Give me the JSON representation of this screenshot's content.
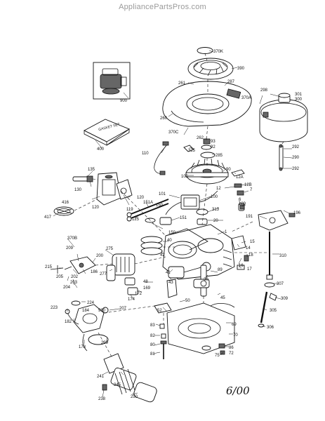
{
  "watermark": "AppliancePartsPros.com",
  "date_code": "6/00",
  "gasket_set_label": "GASKET SET",
  "callouts": [
    {
      "key": "370K",
      "label": "370K"
    },
    {
      "key": "390",
      "label": "390"
    },
    {
      "key": "261",
      "label": "261"
    },
    {
      "key": "287",
      "label": "287"
    },
    {
      "key": "370A",
      "label": "370A"
    },
    {
      "key": "298",
      "label": "298"
    },
    {
      "key": "301",
      "label": "301"
    },
    {
      "key": "300",
      "label": "300"
    },
    {
      "key": "900",
      "label": "900"
    },
    {
      "key": "260",
      "label": "260"
    },
    {
      "key": "370C",
      "label": "370C"
    },
    {
      "key": "262",
      "label": "262"
    },
    {
      "key": "93",
      "label": "93"
    },
    {
      "key": "92",
      "label": "92"
    },
    {
      "key": "325",
      "label": "325"
    },
    {
      "key": "285",
      "label": "285"
    },
    {
      "key": "292a",
      "label": "292"
    },
    {
      "key": "290",
      "label": "290"
    },
    {
      "key": "292b",
      "label": "292"
    },
    {
      "key": "400",
      "label": "400"
    },
    {
      "key": "110",
      "label": "110"
    },
    {
      "key": "90",
      "label": "90"
    },
    {
      "key": "12A",
      "label": "12A"
    },
    {
      "key": "103",
      "label": "103"
    },
    {
      "key": "12",
      "label": "12"
    },
    {
      "key": "12B",
      "label": "12B"
    },
    {
      "key": "7",
      "label": "7"
    },
    {
      "key": "6",
      "label": "6"
    },
    {
      "key": "135",
      "label": "135"
    },
    {
      "key": "130",
      "label": "130"
    },
    {
      "key": "101",
      "label": "101"
    },
    {
      "key": "120a",
      "label": "120"
    },
    {
      "key": "100",
      "label": "100"
    },
    {
      "key": "416",
      "label": "416"
    },
    {
      "key": "120b",
      "label": "120"
    },
    {
      "key": "119",
      "label": "119"
    },
    {
      "key": "151A",
      "label": "151A"
    },
    {
      "key": "150a",
      "label": "150"
    },
    {
      "key": "313",
      "label": "313"
    },
    {
      "key": "20",
      "label": "20"
    },
    {
      "key": "189",
      "label": "189"
    },
    {
      "key": "196",
      "label": "196"
    },
    {
      "key": "417",
      "label": "417"
    },
    {
      "key": "125",
      "label": "125"
    },
    {
      "key": "151",
      "label": "151"
    },
    {
      "key": "191",
      "label": "191"
    },
    {
      "key": "150b",
      "label": "150"
    },
    {
      "key": "1",
      "label": "1"
    },
    {
      "key": "40",
      "label": "40"
    },
    {
      "key": "370B",
      "label": "370B"
    },
    {
      "key": "15",
      "label": "15"
    },
    {
      "key": "14",
      "label": "14"
    },
    {
      "key": "209",
      "label": "209"
    },
    {
      "key": "42",
      "label": "42"
    },
    {
      "key": "18",
      "label": "18"
    },
    {
      "key": "17",
      "label": "17"
    },
    {
      "key": "310",
      "label": "310"
    },
    {
      "key": "200",
      "label": "200"
    },
    {
      "key": "275",
      "label": "275"
    },
    {
      "key": "215",
      "label": "215"
    },
    {
      "key": "202",
      "label": "202"
    },
    {
      "key": "186",
      "label": "186"
    },
    {
      "key": "41",
      "label": "41"
    },
    {
      "key": "89",
      "label": "89"
    },
    {
      "key": "16",
      "label": "16"
    },
    {
      "key": "277",
      "label": "277"
    },
    {
      "key": "205",
      "label": "205"
    },
    {
      "key": "203",
      "label": "203"
    },
    {
      "key": "204",
      "label": "204"
    },
    {
      "key": "43",
      "label": "43"
    },
    {
      "key": "30",
      "label": "30"
    },
    {
      "key": "307",
      "label": "307"
    },
    {
      "key": "48",
      "label": "48"
    },
    {
      "key": "169",
      "label": "169"
    },
    {
      "key": "172",
      "label": "172"
    },
    {
      "key": "174",
      "label": "174"
    },
    {
      "key": "45",
      "label": "45"
    },
    {
      "key": "309",
      "label": "309"
    },
    {
      "key": "224",
      "label": "224"
    },
    {
      "key": "50",
      "label": "50"
    },
    {
      "key": "207",
      "label": "207"
    },
    {
      "key": "223",
      "label": "223"
    },
    {
      "key": "184",
      "label": "184"
    },
    {
      "key": "980",
      "label": "980"
    },
    {
      "key": "52",
      "label": "52"
    },
    {
      "key": "305",
      "label": "305"
    },
    {
      "key": "182",
      "label": "182"
    },
    {
      "key": "69",
      "label": "69"
    },
    {
      "key": "83",
      "label": "83"
    },
    {
      "key": "306",
      "label": "306"
    },
    {
      "key": "70",
      "label": "70"
    },
    {
      "key": "239",
      "label": "239"
    },
    {
      "key": "82",
      "label": "82"
    },
    {
      "key": "178",
      "label": "178"
    },
    {
      "key": "80",
      "label": "80"
    },
    {
      "key": "86",
      "label": "86"
    },
    {
      "key": "72",
      "label": "72"
    },
    {
      "key": "81",
      "label": "81"
    },
    {
      "key": "75",
      "label": "75"
    },
    {
      "key": "241",
      "label": "241"
    },
    {
      "key": "245",
      "label": "245"
    },
    {
      "key": "250",
      "label": "250"
    },
    {
      "key": "238",
      "label": "238"
    }
  ]
}
